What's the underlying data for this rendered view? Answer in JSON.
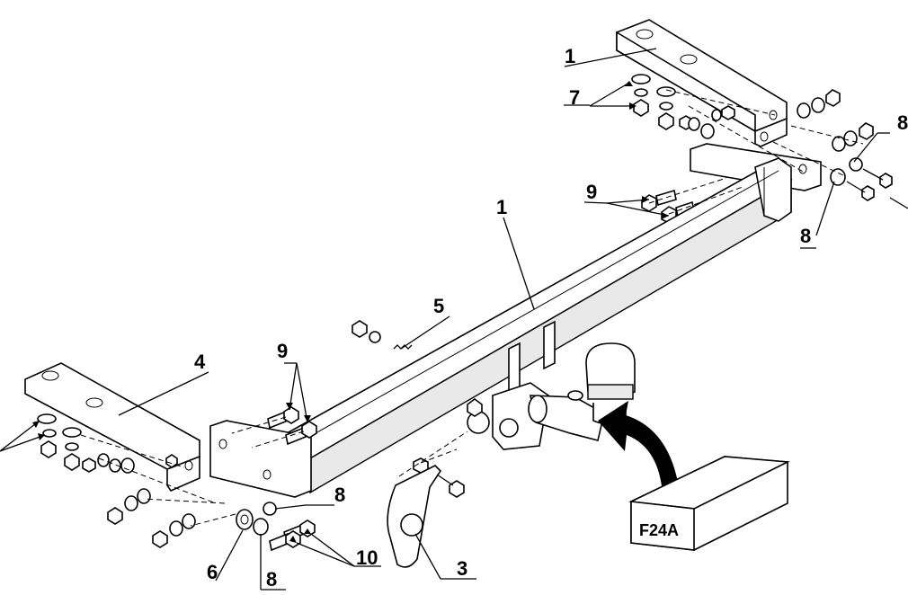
{
  "labels": {
    "top_right_bracket": "1",
    "top_right_washers": "7",
    "top_right_bolts": "9",
    "right_washer_upper": "8",
    "right_washer_lower": "8",
    "main_crossbar": "1",
    "bracket_clip": "5",
    "left_bolts": "9",
    "left_bracket": "4",
    "lower_washer_8": "8",
    "spacer_6": "6",
    "washer_8_bottom": "8",
    "bolts_10": "10",
    "socket_plate": "3"
  },
  "box_label": "F24A"
}
